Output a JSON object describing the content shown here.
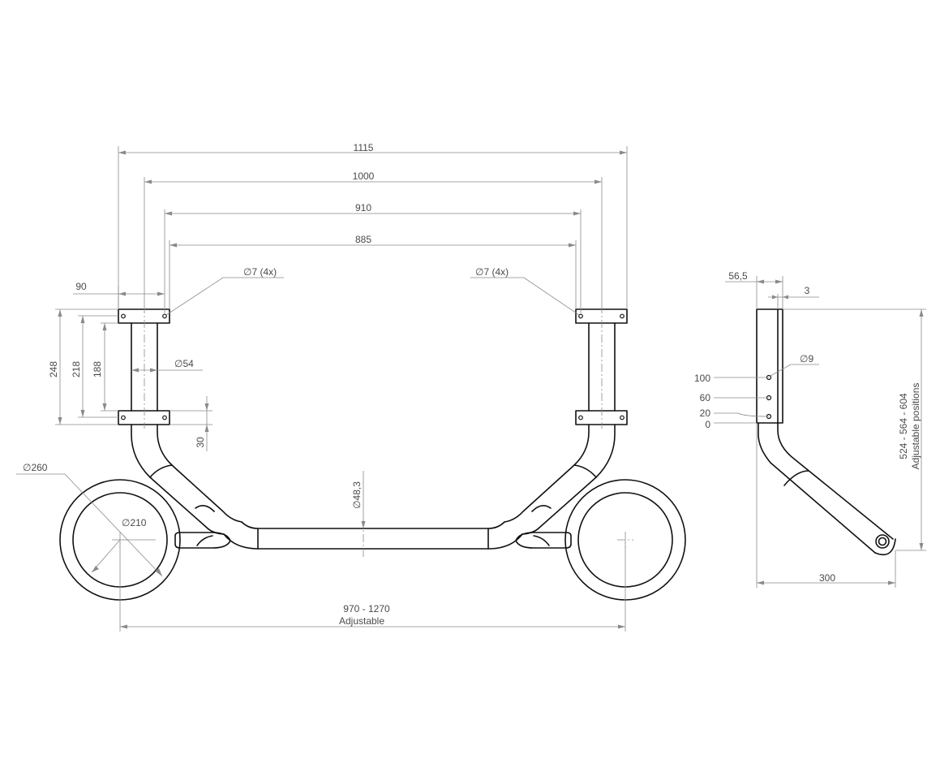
{
  "dimensions": {
    "width_1115": "1115",
    "width_1000": "1000",
    "width_910": "910",
    "width_885": "885",
    "offset_90": "90",
    "hole_left": "∅7 (4x)",
    "hole_right": "∅7 (4x)",
    "height_248": "248",
    "height_218": "218",
    "height_188": "188",
    "dia_54": "∅54",
    "offset_30": "30",
    "dia_260": "∅260",
    "dia_210": "∅210",
    "dia_48_3": "∅48,3",
    "track_range": "970 - 1270",
    "track_note": "Adjustable",
    "side_56_5": "56,5",
    "side_3": "3",
    "side_dia_9": "∅9",
    "pos_100": "100",
    "pos_60": "60",
    "pos_20": "20",
    "pos_0": "0",
    "side_height": "524 - 564 - 604",
    "side_height_note": "Adjustable positions",
    "side_300": "300"
  }
}
